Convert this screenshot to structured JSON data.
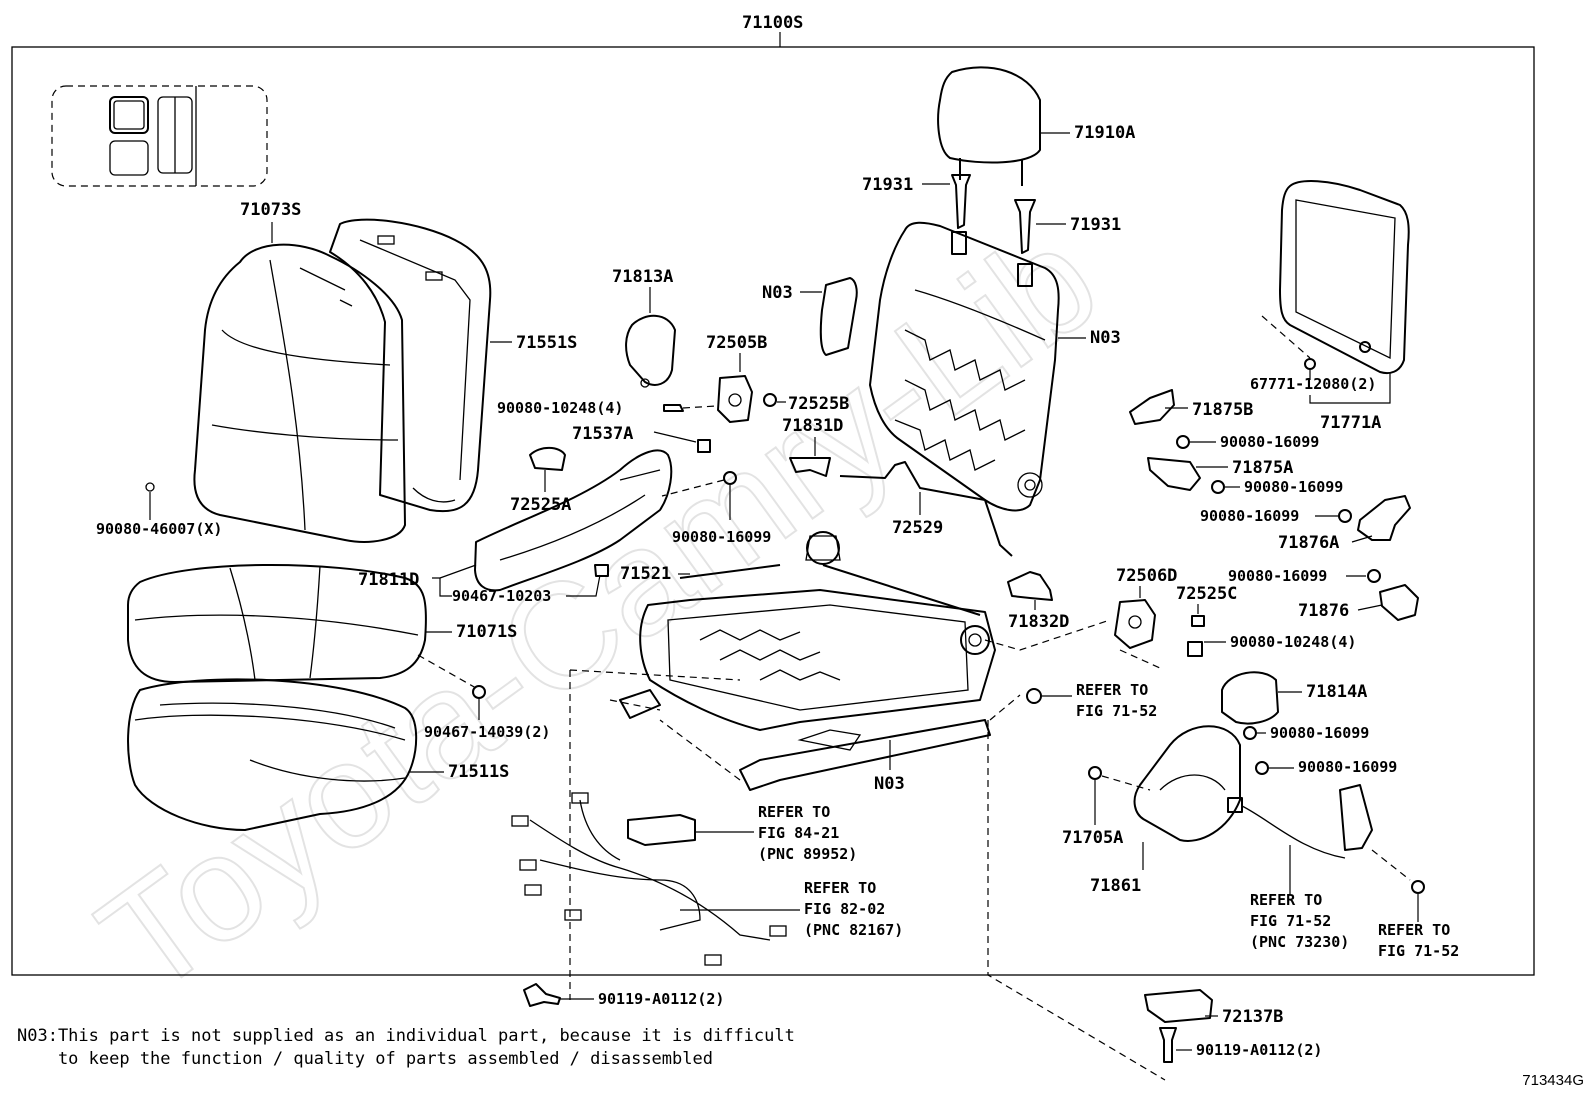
{
  "diagram": {
    "assembly_number": "71100S",
    "figure_code": "713434G",
    "watermark": "Toyota-Camry-Lib",
    "footnote": {
      "line1": "N03:This part is not supplied as an individual part, because it is difficult",
      "line2": "    to keep the function / quality of parts assembled / disassembled"
    },
    "labels": {
      "p71910A": "71910A",
      "p71931a": "71931",
      "p71931b": "71931",
      "n03_top": "N03",
      "n03_frame": "N03",
      "n03_mid": "N03",
      "p71813A": "71813A",
      "p72505B": "72505B",
      "p90080_10248_4a": "90080-10248(4)",
      "p72525B": "72525B",
      "p71537A": "71537A",
      "p71831D": "71831D",
      "p72525A": "72525A",
      "p90080_16099_c": "90080-16099",
      "p72529": "72529",
      "p71073S": "71073S",
      "p71551S": "71551S",
      "p90080_46007": "90080-46007(X)",
      "p71811D": "71811D",
      "p90467_10203": "90467-10203",
      "p71521": "71521",
      "p71071S": "71071S",
      "p90467_14039": "90467-14039(2)",
      "p71511S": "71511S",
      "p67771": "67771-12080(2)",
      "p71771A": "71771A",
      "p71875B": "71875B",
      "p90080_16099_r1": "90080-16099",
      "p71875A": "71875A",
      "p90080_16099_r2": "90080-16099",
      "p90080_16099_r3": "90080-16099",
      "p71876A": "71876A",
      "p72506D": "72506D",
      "p90080_16099_r4": "90080-16099",
      "p72525C": "72525C",
      "p71876": "71876",
      "p71832D": "71832D",
      "p90080_10248_4b": "90080-10248(4)",
      "ref_7152_a1": "REFER TO",
      "ref_7152_a2": "FIG 71-52",
      "p71814A": "71814A",
      "p90080_16099_r5": "90080-16099",
      "p90080_16099_r6": "90080-16099",
      "p71705A": "71705A",
      "p71861": "71861",
      "ref_8421_1": "REFER TO",
      "ref_8421_2": "FIG 84-21",
      "ref_8421_3": "(PNC 89952)",
      "ref_8202_1": "REFER TO",
      "ref_8202_2": "FIG 82-02",
      "ref_8202_3": "(PNC 82167)",
      "ref_7152_b1": "REFER TO",
      "ref_7152_b2": "FIG 71-52",
      "ref_7152_b3": "(PNC 73230)",
      "ref_7152_c1": "REFER TO",
      "ref_7152_c2": "FIG 71-52",
      "p90119_a": "90119-A0112(2)",
      "p72137B": "72137B",
      "p90119_b": "90119-A0112(2)"
    }
  }
}
